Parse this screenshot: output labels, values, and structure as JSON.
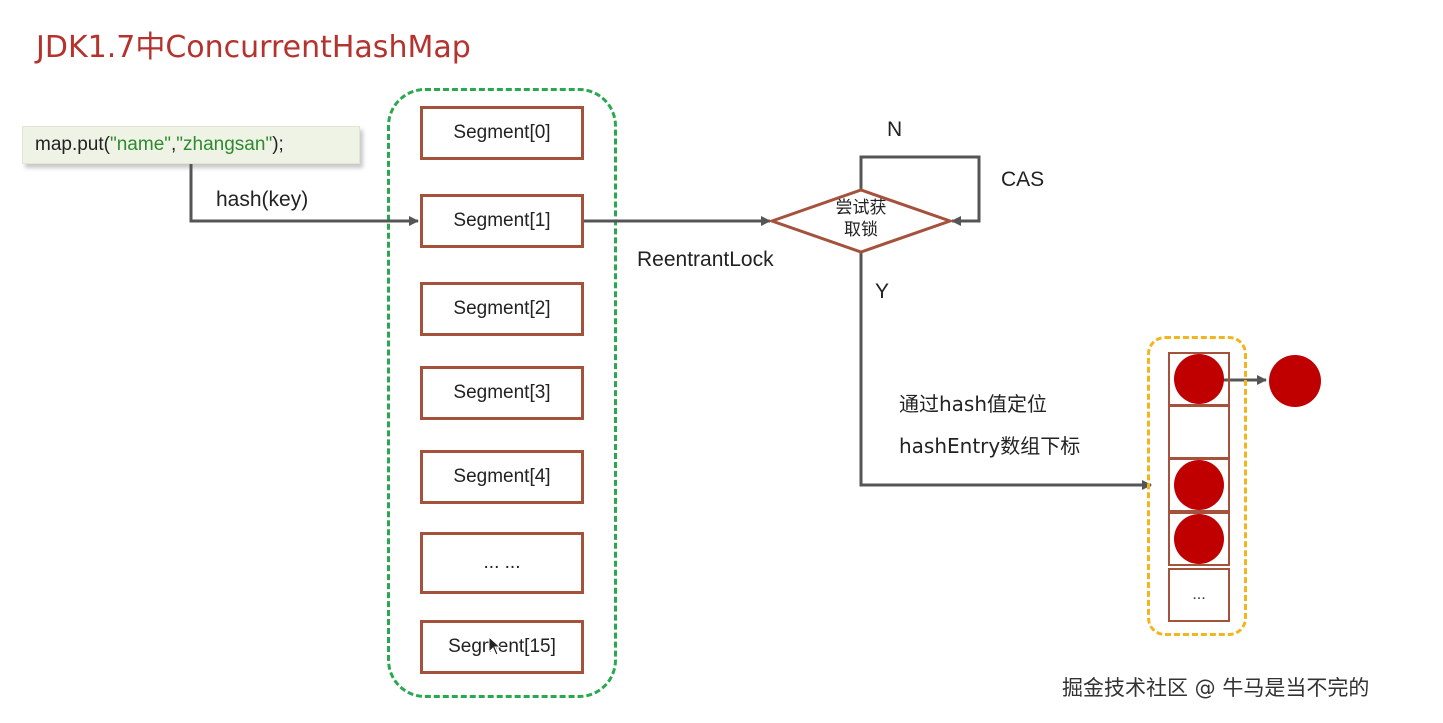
{
  "title": "JDK1.7中ConcurrentHashMap",
  "code": {
    "prefix": "map.put(",
    "arg1": "\"name\"",
    "comma": ",",
    "arg2": "\"zhangsan\"",
    "suffix": ");"
  },
  "labels": {
    "hash_key": "hash(key)",
    "reentrant_lock": "ReentrantLock",
    "n": "N",
    "y": "Y",
    "cas": "CAS",
    "decision_line1": "尝试获",
    "decision_line2": "取锁",
    "locate_line1": "通过hash值定位",
    "locate_line2": "hashEntry数组下标"
  },
  "segments": [
    "Segment[0]",
    "Segment[1]",
    "Segment[2]",
    "Segment[3]",
    "Segment[4]",
    "... ...",
    "Segment[15]"
  ],
  "hash_entry": {
    "ellipsis": "...",
    "cells_with_nodes": [
      true,
      false,
      true,
      true,
      false
    ]
  },
  "colors": {
    "title": "#b5332e",
    "segment_border": "#a5523d",
    "segment_group_border": "#2aa84f",
    "entry_group_border": "#f2b51e",
    "node": "#c00000",
    "string_literal": "#2f8a2f",
    "arrow": "#555555"
  },
  "watermark": "掘金技术社区 @ 牛马是当不完的"
}
